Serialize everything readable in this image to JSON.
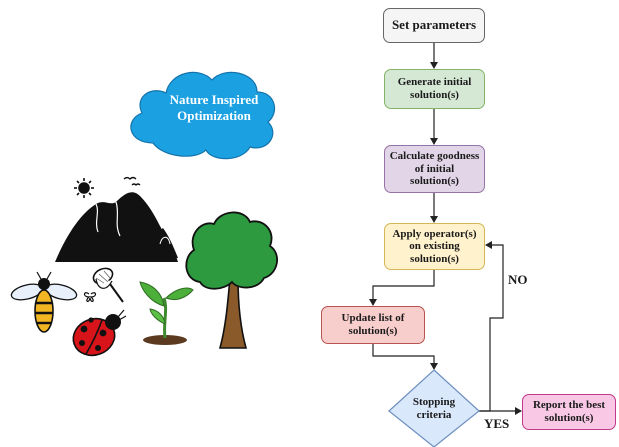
{
  "cloud": {
    "label": "Nature Inspired Optimization",
    "color": "#1ba1e2"
  },
  "flowchart": {
    "steps": [
      {
        "label": "Set parameters",
        "fill": "#f5f5f5",
        "stroke": "#666666"
      },
      {
        "label": "Generate initial solution(s)",
        "fill": "#d5e8d4",
        "stroke": "#82b366"
      },
      {
        "label": "Calculate goodness of initial solution(s)",
        "fill": "#e1d5e7",
        "stroke": "#9673a6"
      },
      {
        "label": "Apply operator(s) on existing solution(s)",
        "fill": "#fff2cc",
        "stroke": "#d6b656"
      },
      {
        "label": "Update list of solution(s)",
        "fill": "#f8cecc",
        "stroke": "#b85450"
      }
    ],
    "decision": {
      "label": "Stopping criteria",
      "fill": "#dae8fc",
      "stroke": "#6c8ebf"
    },
    "final": {
      "label": "Report the best solution(s)",
      "fill": "#f9c8e4",
      "stroke": "#c0398a"
    },
    "edge_labels": {
      "no": "NO",
      "yes": "YES"
    }
  },
  "illustrations": [
    "sun-icon",
    "mountain-icon",
    "bee-icon",
    "butterfly-net-icon",
    "ladybug-icon",
    "seedling-icon",
    "tree-icon"
  ]
}
